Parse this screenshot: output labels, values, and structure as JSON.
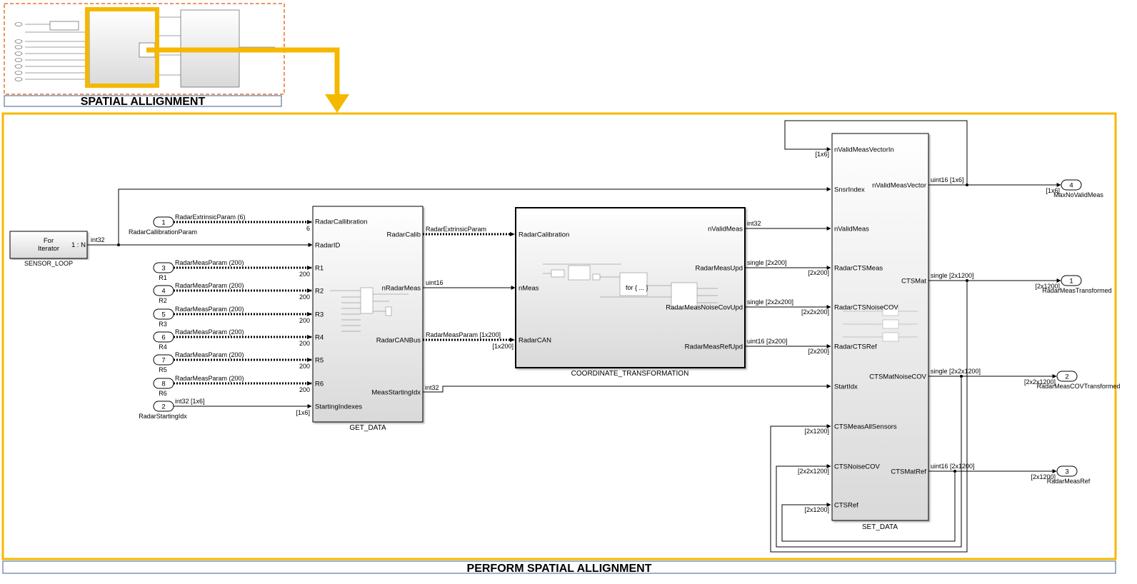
{
  "overview": {
    "caption": "SPATIAL ALLIGNMENT"
  },
  "main": {
    "caption": "PERFORM SPATIAL ALLIGNMENT"
  },
  "for_iterator": {
    "line1": "For",
    "line2": "Iterator",
    "range": "1 : N",
    "name": "SENSOR_LOOP",
    "out_type": "int32"
  },
  "inports": [
    {
      "num": "1",
      "name": "RadarCallibrationParam",
      "signal": "RadarExtrinsicParam (6)",
      "dim": "6"
    },
    {
      "num": "3",
      "name": "R1",
      "signal": "RadarMeasParam (200)",
      "dim": "200"
    },
    {
      "num": "4",
      "name": "R2",
      "signal": "RadarMeasParam (200)",
      "dim": "200"
    },
    {
      "num": "5",
      "name": "R3",
      "signal": "RadarMeasParam (200)",
      "dim": "200"
    },
    {
      "num": "6",
      "name": "R4",
      "signal": "RadarMeasParam (200)",
      "dim": "200"
    },
    {
      "num": "7",
      "name": "R5",
      "signal": "RadarMeasParam (200)",
      "dim": "200"
    },
    {
      "num": "8",
      "name": "R6",
      "signal": "RadarMeasParam (200)",
      "dim": "200"
    },
    {
      "num": "2",
      "name": "RadarStartingIdx",
      "signal": "int32 [1x6]",
      "dim": "[1x6]"
    }
  ],
  "get_data": {
    "name": "GET_DATA",
    "inputs": [
      "RadarCallibration",
      "RadarID",
      "R1",
      "R2",
      "R3",
      "R4",
      "R5",
      "R6",
      "StartingIndexes"
    ],
    "outputs": [
      "RadarCalib",
      "nRadarMeas",
      "RadarCANBus",
      "MeasStartingIdx"
    ]
  },
  "coord": {
    "name": "COORDINATE_TRANSFORMATION",
    "inputs": [
      "RadarCalibration",
      "nMeas",
      "RadarCAN"
    ],
    "outputs": [
      "nValidMeas",
      "RadarMeasUpd",
      "RadarMeasNoiseCovUpd",
      "RadarMeasRefUpd"
    ],
    "inner_label": "for { ... }"
  },
  "set_data": {
    "name": "SET_DATA",
    "inputs": [
      "nValidMeasVectorIn",
      "SnsrIndex",
      "nValidMeas",
      "RadarCTSMeas",
      "RadarCTSNoiseCOV",
      "RadarCTSRef",
      "StartIdx",
      "CTSMeasAllSensors",
      "CTSNoiseCOV",
      "CTSRef"
    ],
    "outputs": [
      "nValidMeasVector",
      "CTSMat",
      "CTSMatNoiseCOV",
      "CTSMatRef"
    ]
  },
  "signals": {
    "calib": "RadarExtrinsicParam",
    "nradar": "uint16",
    "canbus": "RadarMeasParam [1x200]",
    "canbus_dim": "[1x200]",
    "startidx": "int32",
    "nvalid": "int32",
    "measupd": "single [2x200]",
    "measupd_dim": "[2x200]",
    "noiseupd": "single [2x2x200]",
    "noiseupd_dim": "[2x2x200]",
    "refupd": "uint16 [2x200]",
    "refupd_dim": "[2x200]",
    "fb_vec_dim": "[1x6]",
    "fb_meas_dim": "[2x1200]",
    "fb_noise_dim": "[2x2x1200]",
    "fb_ref_dim": "[2x1200]"
  },
  "outports": [
    {
      "num": "4",
      "name": "MaxNoValidMeas",
      "signal": "uint16 [1x6]",
      "dim": "[1x6]"
    },
    {
      "num": "1",
      "name": "RadarMeasTransformed",
      "signal": "single [2x1200]",
      "dim": "[2x1200]"
    },
    {
      "num": "2",
      "name": "RadarMeasCOVTransformed",
      "signal": "single [2x2x1200]",
      "dim": "[2x2x1200]"
    },
    {
      "num": "3",
      "name": "RadarMeasRef",
      "signal": "uint16 [2x1200]",
      "dim": "[2x1200]"
    }
  ],
  "colors": {
    "highlight": "#f5b800",
    "orange_dash": "#e8732a",
    "caption_border": "#3b5f93"
  }
}
